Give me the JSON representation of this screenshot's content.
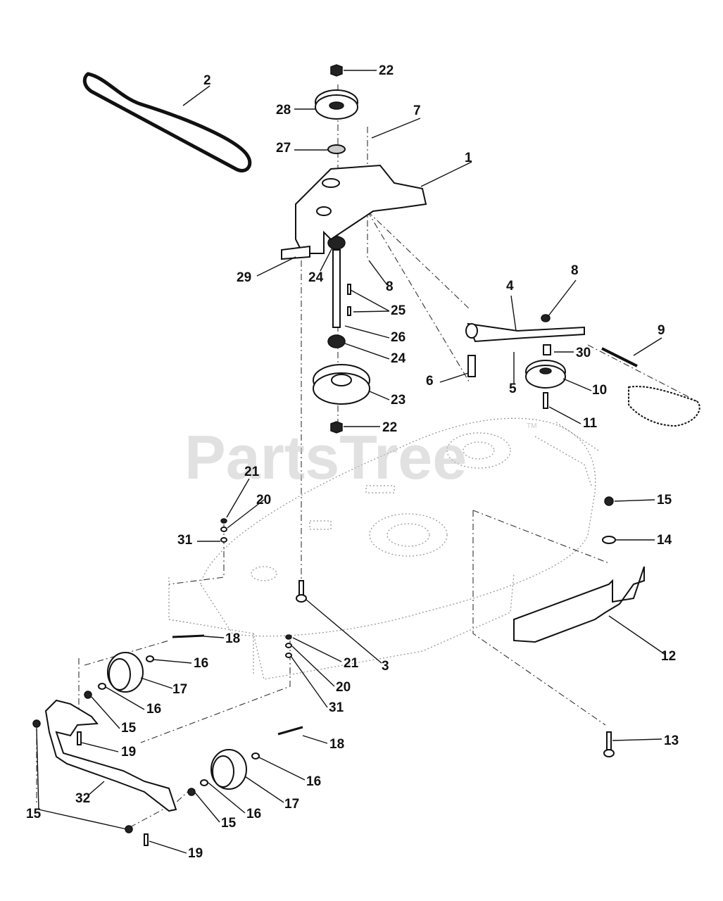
{
  "watermark": {
    "text": "PartsTree",
    "trademark": "TM"
  },
  "callouts": [
    {
      "id": "c22a",
      "label": "22"
    },
    {
      "id": "c2",
      "label": "2"
    },
    {
      "id": "c28",
      "label": "28"
    },
    {
      "id": "c7",
      "label": "7"
    },
    {
      "id": "c27",
      "label": "27"
    },
    {
      "id": "c1",
      "label": "1"
    },
    {
      "id": "c29",
      "label": "29"
    },
    {
      "id": "c24a",
      "label": "24"
    },
    {
      "id": "c8a",
      "label": "8"
    },
    {
      "id": "c4",
      "label": "4"
    },
    {
      "id": "c8b",
      "label": "8"
    },
    {
      "id": "c25",
      "label": "25"
    },
    {
      "id": "c9",
      "label": "9"
    },
    {
      "id": "c26",
      "label": "26"
    },
    {
      "id": "c30",
      "label": "30"
    },
    {
      "id": "c24b",
      "label": "24"
    },
    {
      "id": "c6",
      "label": "6"
    },
    {
      "id": "c5",
      "label": "5"
    },
    {
      "id": "c10",
      "label": "10"
    },
    {
      "id": "c23",
      "label": "23"
    },
    {
      "id": "c11",
      "label": "11"
    },
    {
      "id": "c22b",
      "label": "22"
    },
    {
      "id": "c15a",
      "label": "15"
    },
    {
      "id": "c21a",
      "label": "21"
    },
    {
      "id": "c20a",
      "label": "20"
    },
    {
      "id": "c31a",
      "label": "31"
    },
    {
      "id": "c14",
      "label": "14"
    },
    {
      "id": "c18a",
      "label": "18"
    },
    {
      "id": "c3",
      "label": "3"
    },
    {
      "id": "c12",
      "label": "12"
    },
    {
      "id": "c16a",
      "label": "16"
    },
    {
      "id": "c21b",
      "label": "21"
    },
    {
      "id": "c17a",
      "label": "17"
    },
    {
      "id": "c20b",
      "label": "20"
    },
    {
      "id": "c16b",
      "label": "16"
    },
    {
      "id": "c31b",
      "label": "31"
    },
    {
      "id": "c15b",
      "label": "15"
    },
    {
      "id": "c13",
      "label": "13"
    },
    {
      "id": "c19a",
      "label": "19"
    },
    {
      "id": "c18b",
      "label": "18"
    },
    {
      "id": "c16c",
      "label": "16"
    },
    {
      "id": "c32",
      "label": "32"
    },
    {
      "id": "c17b",
      "label": "17"
    },
    {
      "id": "c15c",
      "label": "15"
    },
    {
      "id": "c16d",
      "label": "16"
    },
    {
      "id": "c15d",
      "label": "15"
    },
    {
      "id": "c19b",
      "label": "19"
    }
  ]
}
